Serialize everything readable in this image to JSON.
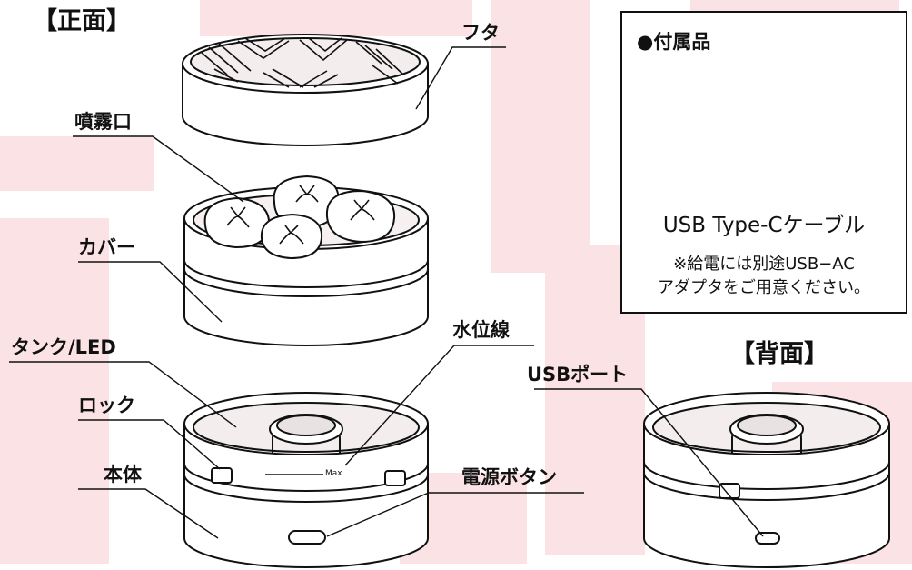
{
  "front_title": "【正面】",
  "back_title": "【背面】",
  "labels": {
    "lid": "フタ",
    "nozzle": "噴霧口",
    "cover": "カバー",
    "tank": "タンク/LED",
    "lock": "ロック",
    "body": "本体",
    "water_line": "水位線",
    "max_mark": "Max",
    "power_button": "電源ボタン",
    "usb_port": "USBポート"
  },
  "accessories": {
    "title": "●付属品",
    "cable_name": "USB Type-Cケーブル",
    "note_line1": "※給電には別途USB−AC",
    "note_line2": "アダプタをご用意ください。"
  },
  "colors": {
    "watermark": "#fbe3e5",
    "line": "#111111",
    "shade": "#f1e9e9"
  }
}
